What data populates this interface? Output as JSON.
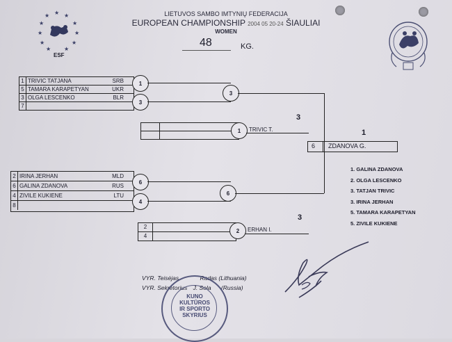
{
  "header": {
    "federation": "LIETUVOS SAMBO IMTYNIŲ FEDERACIJA",
    "event": "EUROPEAN CHAMPIONSHIP",
    "dates": "2004 05 20-24",
    "city": "ŠIAULIAI",
    "category": "WOMEN",
    "weight": "48",
    "weight_unit": "KG.",
    "left_logo_text": "ESF"
  },
  "pool_a": {
    "rows": [
      {
        "seed": "1",
        "name": "TRIVIC TATJANA",
        "country": "SRB"
      },
      {
        "seed": "5",
        "name": "TAMARA KARAPETYAN",
        "country": "UKR"
      },
      {
        "seed": "3",
        "name": "OLGA LESCENKO",
        "country": "BLR"
      },
      {
        "seed": "7",
        "name": "",
        "country": ""
      }
    ],
    "r1_top": "1",
    "r1_bottom": "3",
    "r2": "3"
  },
  "repechage_a": {
    "rows": [
      {
        "seed": "",
        "name": ""
      },
      {
        "seed": "",
        "name": ""
      }
    ],
    "winner_seed": "1",
    "winner_name": "TRIVIC T.",
    "place": "3"
  },
  "pool_b": {
    "rows": [
      {
        "seed": "2",
        "name": "IRINA JERHAN",
        "country": "MLD"
      },
      {
        "seed": "6",
        "name": "GALINA ZDANOVA",
        "country": "RUS"
      },
      {
        "seed": "4",
        "name": "ZIVILE KUKIENE",
        "country": "LTU"
      },
      {
        "seed": "8",
        "name": "",
        "country": ""
      }
    ],
    "r1_top": "6",
    "r1_bottom": "4",
    "r2": "6"
  },
  "repechage_b": {
    "rows": [
      {
        "seed": "2",
        "name": ""
      },
      {
        "seed": "4",
        "name": ""
      }
    ],
    "winner_seed": "2",
    "winner_name": "ERHAN I.",
    "place": "3"
  },
  "final": {
    "place": "1",
    "seed": "6",
    "name": "ZDANOVA G."
  },
  "results": [
    "1. GALINA ZDANOVA",
    "2. OLGA LESCENKO",
    "3. TATJAN TRIVIC",
    "3. IRINA JERHAN",
    "5. TAMARA KARAPETYAN",
    "5. ZIVILE KUKIENE"
  ],
  "officials": {
    "line1_prefix": "VYR. Teisėjas",
    "line1_name": "Radas (Lithuania)",
    "line2_prefix": "VYR. Sekretorius",
    "line2_name": "J. Sola",
    "line2_country": "(Russia)"
  },
  "stamp": {
    "l1": "KUNO",
    "l2": "KULTŪROS",
    "l3": "IR SPORTO",
    "l4": "SKYRIUS"
  }
}
